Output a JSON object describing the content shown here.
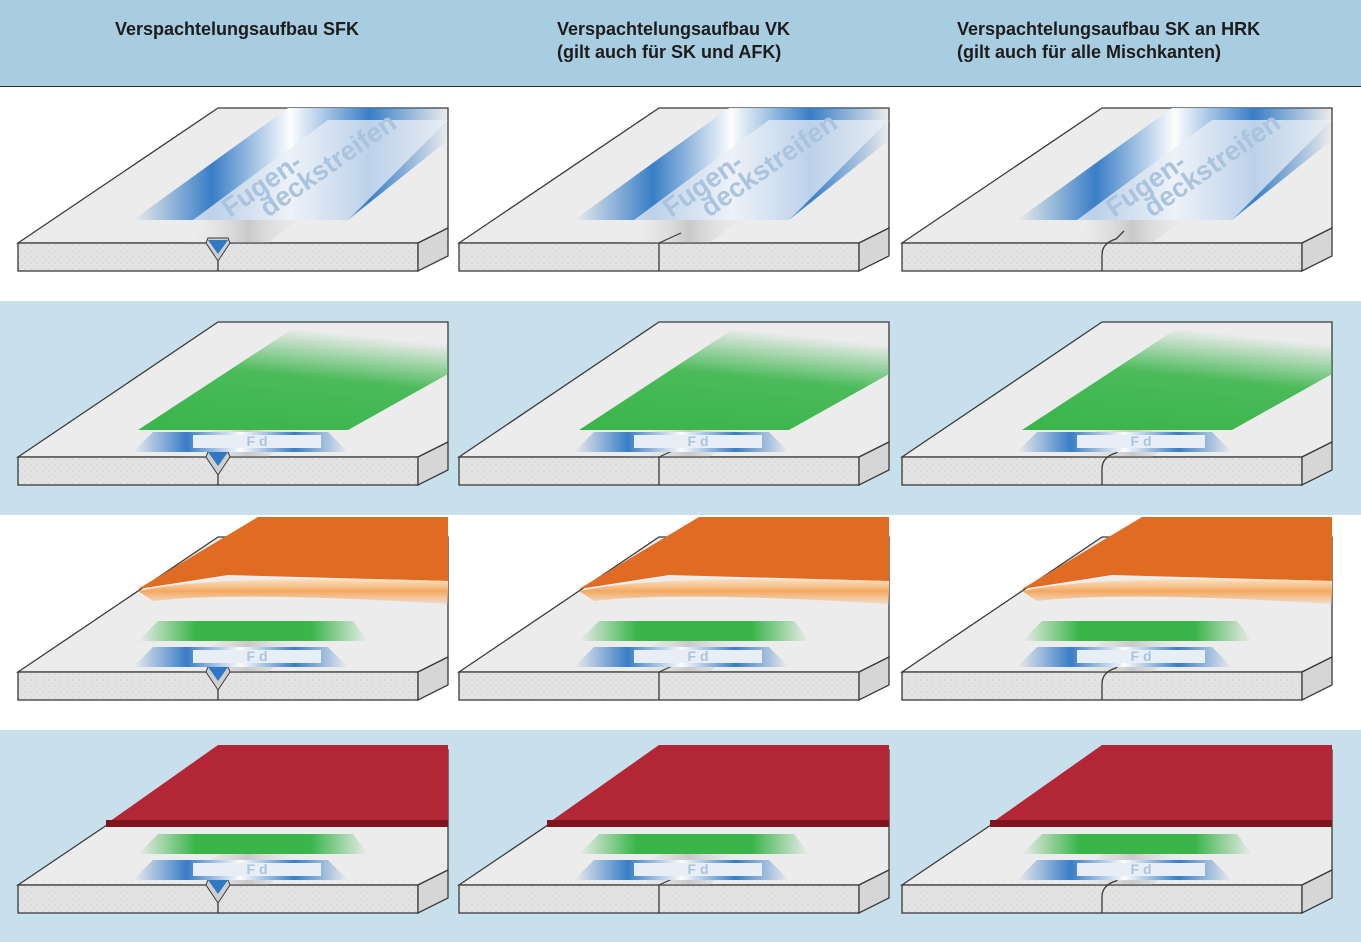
{
  "columns": [
    {
      "id": "sfk",
      "title": "Verspachtelungsaufbau SFK"
    },
    {
      "id": "vk",
      "title": "Verspachtelungsaufbau VK\n(gilt auch für SK und AFK)"
    },
    {
      "id": "sk",
      "title": "Verspachtelungsaufbau SK an HRK\n(gilt auch für alle Mischkanten)"
    }
  ],
  "tape_label_line1": "Fugen-",
  "tape_label_line2": "deckstreifen",
  "tape_label_short": "F d",
  "rows": [
    {
      "layers": [
        "tape"
      ]
    },
    {
      "layers": [
        "tape",
        "green"
      ]
    },
    {
      "layers": [
        "tape",
        "green",
        "orange"
      ]
    },
    {
      "layers": [
        "tape",
        "green",
        "red"
      ]
    }
  ],
  "colors": {
    "header_bg": "#a9cde0",
    "band_blue": "#c8e0ec",
    "tape_blue": "#2f78c4",
    "green": "#39b54a",
    "orange": "#e06c24",
    "orange_light": "#f4a862",
    "red": "#b32635",
    "board_top": "#ececec",
    "board_side": "#e2e2e2"
  }
}
